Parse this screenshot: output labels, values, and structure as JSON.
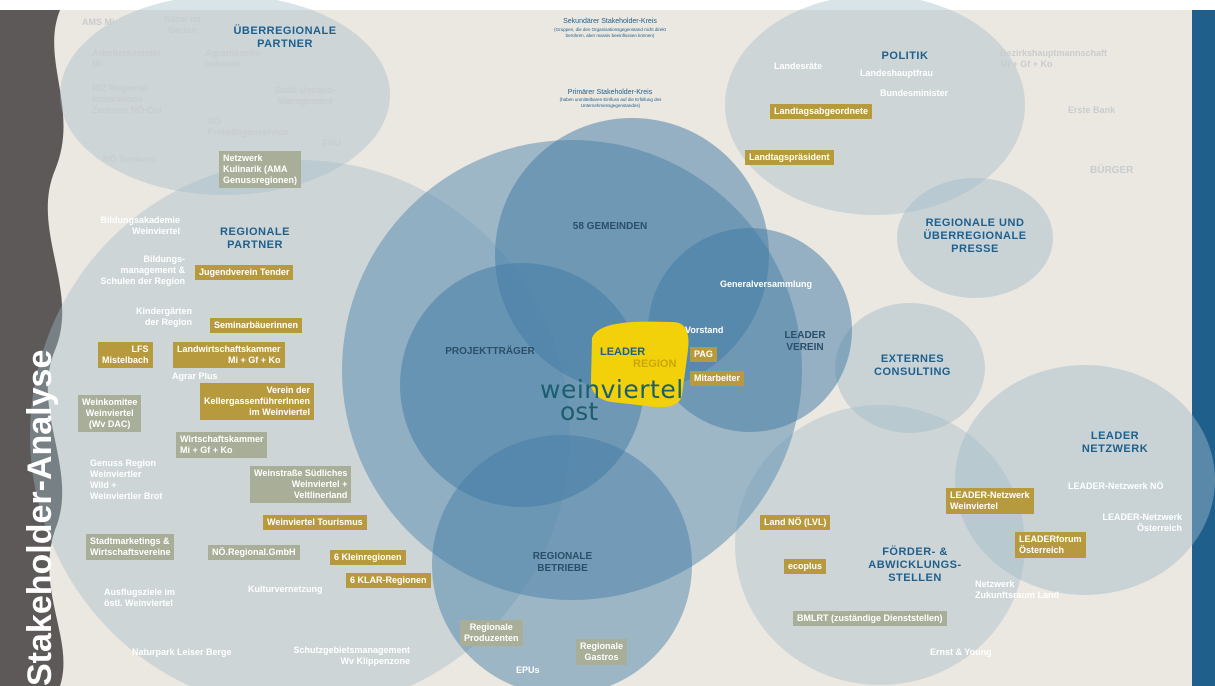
{
  "title": "Stakeholder-Analyse",
  "colors": {
    "background": "#ebe7e1",
    "left_wave": "#5d5958",
    "right_bar": "#1f5f8c",
    "circle_light": "#9fbbc9",
    "circle_core": "#4d86ad",
    "heading": "#1f5f8c",
    "highlight_box": "#b89a3e",
    "muted_box": "#a8ae97",
    "logo_yellow": "#f2d10a",
    "logo_text": "#1b5f6e"
  },
  "circle_titles": {
    "secondary": "Sekundärer Stakeholder-Kreis",
    "secondary_note": "(Gruppen, die den Organisationsgegenstand nicht direkt berühren, aber massiv beeinflussen können)",
    "primary": "Primärer Stakeholder-Kreis",
    "primary_note": "(haben unmittelbaren Einfluss auf die Erfüllung des Unternehmensgegenstandes)"
  },
  "headings": {
    "ueberregionale_partner": "ÜBERREGIONALE\nPARTNER",
    "regionale_partner": "REGIONALE\nPARTNER",
    "politik": "POLITIK",
    "regionale_presse": "REGIONALE UND\nÜBERREGIONALE\nPRESSE",
    "externes_consulting": "EXTERNES\nCONSULTING",
    "leader_netzwerk": "LEADER\nNETZWERK",
    "foerder_stellen": "FÖRDER- &\nABWICKLUNGS-\nSTELLEN",
    "gemeinden": "58 GEMEINDEN",
    "projekttraeger": "PROJEKTTRÄGER",
    "leader_verein": "LEADER\nVEREIN",
    "regionale_betriebe": "REGIONALE\nBETRIEBE"
  },
  "labels": {
    "ams": "AMS Mi",
    "natur_im_garten": "Natur im\nGarten",
    "arbeiterkammer": "Arbeiterkammer\nMi",
    "agrarbezirksbehoerde": "Agrarbezirks-\nbehörde",
    "riz": "RIZ Regional-\nInnovations-\nZentrum NÖ-Ost",
    "stadt_umland": "Stadt-Umland-\nManagement",
    "noe_freiwilligen": "NÖ\nFreiwilligenservice",
    "enu": "ENU",
    "noe_senioren": "NÖ Senioren",
    "bildungsakademie": "Bildungsakademie\nWeinviertel",
    "bildungsmanagement": "Bildungs-\nmanagement &\nSchulen der Region",
    "kindergaerten": "Kindergärten\nder Region",
    "agrar_plus": "Agrar Plus",
    "genuss_region": "Genuss Region\nWeinviertler\nWild +\nWeinviertler Brot",
    "ausflugsziele": "Ausflugsziele im\nöstl. Weinviertel",
    "naturpark": "Naturpark Leiser Berge",
    "schutzgebiet": "Schutzgebietsmanagement\nWv Klippenzone",
    "kulturvernetzung": "Kulturvernetzung",
    "epus": "EPUs",
    "landesraete": "Landesräte",
    "landeshauptfrau": "Landeshauptfrau",
    "bundesminister": "Bundesminister",
    "bezirkshauptmannschaft": "Bezirkshauptmannschaft\nMi + Gf + Ko",
    "erste_bank": "Erste Bank",
    "buerger": "BÜRGER",
    "generalversammlung": "Generalversammlung",
    "vorstand": "Vorstand",
    "leader_netzwerk_noe": "LEADER-Netzwerk NÖ",
    "leader_netzwerk_oe": "LEADER-Netzwerk\nÖsterreich",
    "netzwerk_zukunftsraum": "Netzwerk\nZukunftsraum Land",
    "ernst_young": "Ernst & Young"
  },
  "boxes": {
    "netzwerk_kulinarik": "Netzwerk\nKulinarik (AMA\nGenussregionen)",
    "jugendverein": "Jugendverein Tender",
    "seminarbaeuerinnen": "Seminarbäuerinnen",
    "lfs": "LFS\nMistelbach",
    "landwirtschaftskammer": "Landwirtschaftskammer\nMi + Gf + Ko",
    "verein_kellergassen": "Verein der\nKellergassenführerInnen\nim Weinviertel",
    "weinkomitee": "Weinkomitee\nWeinviertel\n(Wv DAC)",
    "wirtschaftskammer": "Wirtschaftskammer\nMi + Gf + Ko",
    "weinstrasse": "Weinstraße Südliches\nWeinviertel +\nVeltlinerland",
    "weinviertel_tourismus": "Weinviertel Tourismus",
    "stadtmarketing": "Stadtmarketings &\nWirtschaftsvereine",
    "noe_regional": "NÖ.Regional.GmbH",
    "kleinregionen": "6 Kleinregionen",
    "klar_regionen": "6 KLAR-Regionen",
    "regionale_produzenten": "Regionale\nProduzenten",
    "regionale_gastros": "Regionale\nGastros",
    "landtagsabgeordnete": "Landtagsabgeordnete",
    "landtagspraesident": "Landtagspräsident",
    "pag": "PAG",
    "mitarbeiter": "Mitarbeiter",
    "leader_netzwerk_wv": "LEADER-Netzwerk\nWeinviertel",
    "leaderforum": "LEADERforum\nÖsterreich",
    "land_noe": "Land NÖ (LVL)",
    "ecoplus": "ecoplus",
    "bmlrt": "BMLRT (zuständige Dienststellen)"
  },
  "logo": {
    "leader": "LEADER",
    "region": "REGION",
    "weinviertel": "weinviertel",
    "ost": "ost"
  }
}
